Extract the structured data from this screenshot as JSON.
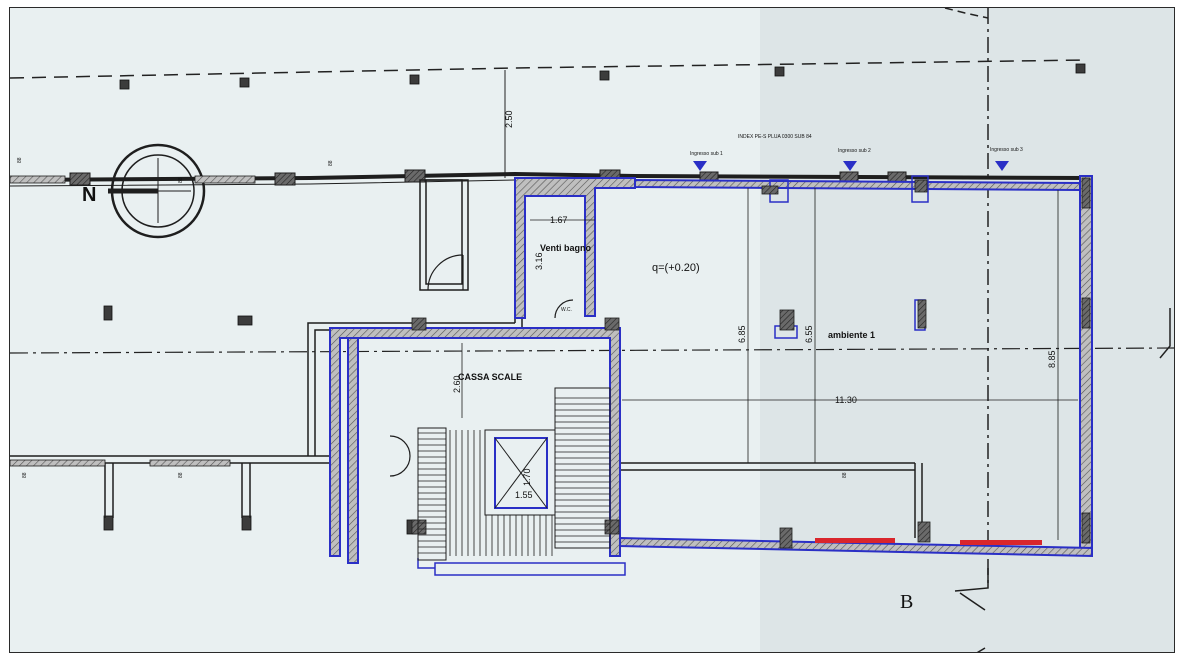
{
  "labels": {
    "stair_room": "CASSA SCALE",
    "bathroom": "Venti bagno",
    "wc": "W.C.",
    "level": "q=(+0.20)",
    "room": "ambiente 1",
    "section_mark_1": "B",
    "section_mark_2": "B",
    "top_note": "INDEX PE-S PLUA 0300 SUB 84",
    "entrance_1": "Ingresso\nsub 1",
    "entrance_2": "Ingresso\nsub 2",
    "entrance_3": "Ingresso\nsub 3",
    "compass_letter": "N"
  },
  "dimensions": {
    "top_offset": "2.50",
    "bath_width": "1.67",
    "bath_depth": "3.16",
    "stair_top": "2.60",
    "lift_depth": "1.70",
    "lift_width": "1.55",
    "room_height_1": "6.85",
    "room_height_2": "6.55",
    "room_length": "11.30",
    "right_height": "8.85"
  },
  "grid_tags": {
    "tag": "88"
  },
  "colors": {
    "background": "#e9f0f1",
    "wall": "#1e1e1e",
    "new_wall": "#2a2fc6",
    "window_red": "#d9262c",
    "hatch": "#7b7b7b"
  }
}
